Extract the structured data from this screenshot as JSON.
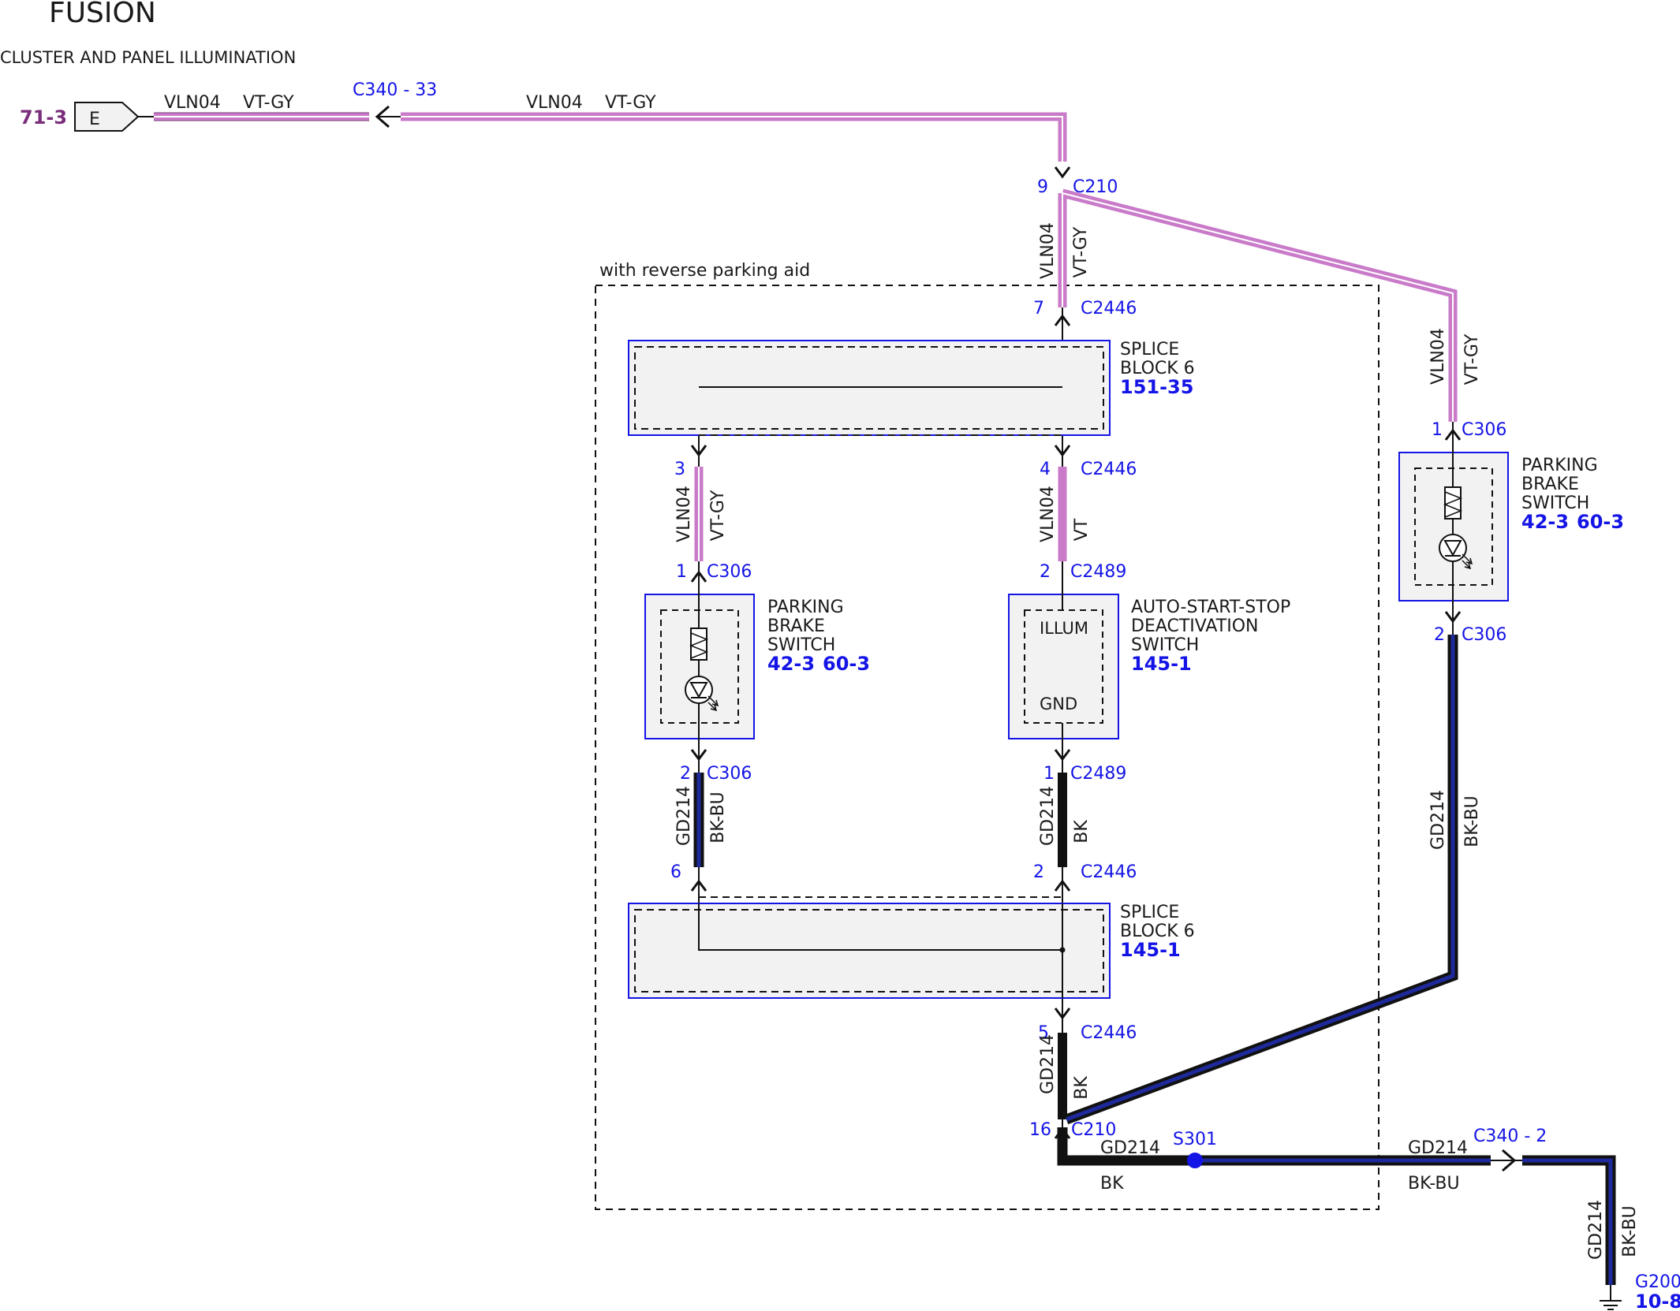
{
  "header": {
    "title": "FUSION",
    "subtitle": "CLUSTER AND PANEL ILLUMINATION"
  },
  "colors": {
    "vt_gy": "#c97ac9",
    "wire_black": "#111111",
    "bk_bu_core": "#1e2a9c",
    "label_blue": "#1414e6",
    "page_ref_purple": "#7a2d7a",
    "component_fill": "#f2f2f2"
  },
  "offpage": {
    "ref": "71-3",
    "letter": "E"
  },
  "top_wire": {
    "left": {
      "circuit": "VLN04",
      "color": "VT-GY"
    },
    "connector": "C340 - 33",
    "right": {
      "circuit": "VLN04",
      "color": "VT-GY"
    }
  },
  "c210_top": {
    "pin": "9",
    "conn": "C210"
  },
  "center_riser": {
    "circuit": "VLN04",
    "color": "VT-GY"
  },
  "c2446_top": {
    "pin": "7",
    "conn": "C2446"
  },
  "region_label": "with reverse parking aid",
  "splice_top": {
    "line1": "SPLICE",
    "line2": "BLOCK 6",
    "ref": "151-35"
  },
  "left_branch": {
    "pin_top": "3",
    "wire": {
      "circuit": "VLN04",
      "color": "VT-GY"
    },
    "switch_pin1": "1",
    "switch_conn1": "C306",
    "switch": {
      "line1": "PARKING",
      "line2": "BRAKE",
      "line3": "SWITCH",
      "ref1": "42-3",
      "ref2": "60-3"
    },
    "switch_pin2": "2",
    "switch_conn2": "C306",
    "gnd_wire": {
      "circuit": "GD214",
      "color": "BK-BU"
    },
    "pin_bottom": "6"
  },
  "mid_branch": {
    "pin4": "4",
    "conn4": "C2446",
    "wire": {
      "circuit": "VLN04",
      "color": "VT"
    },
    "pin2": "2",
    "conn2": "C2489",
    "switch": {
      "illum": "ILLUM",
      "gnd": "GND",
      "line1": "AUTO-START-STOP",
      "line2": "DEACTIVATION",
      "line3": "SWITCH",
      "ref": "145-1"
    },
    "pin1": "1",
    "conn1": "C2489",
    "gnd_wire": {
      "circuit": "GD214",
      "color": "BK"
    },
    "pinb": "2",
    "connb": "C2446"
  },
  "splice_bottom": {
    "line1": "SPLICE",
    "line2": "BLOCK 6",
    "ref": "145-1"
  },
  "c2446_bottom": {
    "pin": "5",
    "conn": "C2446"
  },
  "mid_gnd_wire": {
    "circuit": "GD214",
    "color": "BK"
  },
  "c210_bottom": {
    "pin": "16",
    "conn": "C210"
  },
  "right_branch": {
    "wire": {
      "circuit": "VLN04",
      "color": "VT-GY"
    },
    "pin1": "1",
    "conn1": "C306",
    "switch": {
      "line1": "PARKING",
      "line2": "BRAKE",
      "line3": "SWITCH",
      "ref1": "42-3",
      "ref2": "60-3"
    },
    "pin2": "2",
    "conn2": "C306",
    "gnd_wire": {
      "circuit": "GD214",
      "color": "BK-BU"
    }
  },
  "bottom_run": {
    "left": {
      "circuit": "GD214",
      "color": "BK"
    },
    "splice": "S301",
    "right": {
      "circuit": "GD214",
      "color": "BK-BU"
    },
    "connector": "C340 - 2",
    "drop": {
      "circuit": "GD214",
      "color": "BK-BU"
    }
  },
  "ground": {
    "id": "G200",
    "ref": "10-8"
  }
}
